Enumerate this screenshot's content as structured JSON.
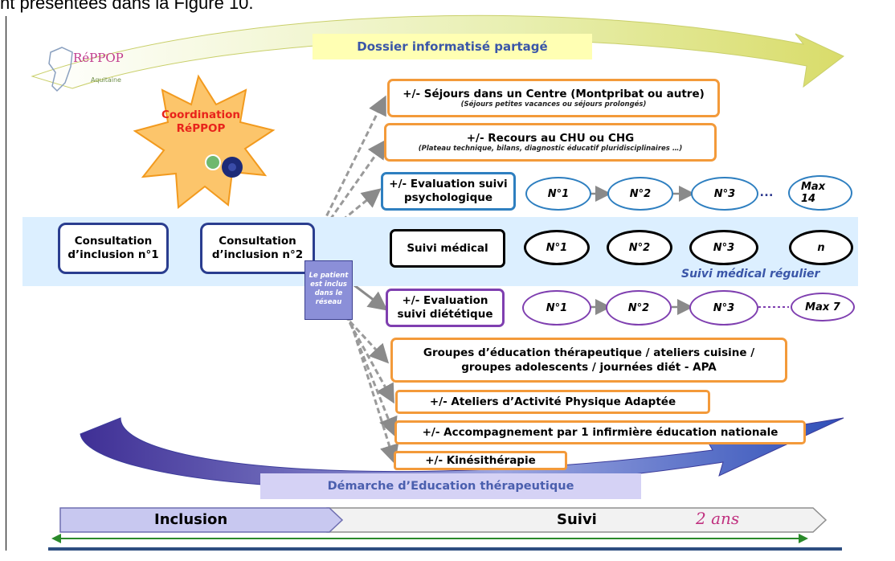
{
  "caption_fragment": "nt présentées dans la Figure 10.",
  "banner": "Dossier informatisé partagé",
  "logo": {
    "text_top": "RéPPOP",
    "text_sub": "Aquitaine"
  },
  "coordination": {
    "line1": "Coordination",
    "line2": "RéPPOP"
  },
  "consult1": {
    "line1": "Consultation",
    "line2": "d’inclusion n°1"
  },
  "consult2": {
    "line1": "Consultation",
    "line2": "d’inclusion n°2"
  },
  "note": "Le patient est inclus dans le réseau",
  "sejours": {
    "title": "+/- Séjours dans un Centre (Montpribat ou autre)",
    "sub": "(Séjours petites vacances ou séjours prolongés)"
  },
  "recours": {
    "title": "+/- Recours au CHU ou CHG",
    "sub": "(Plateau technique, bilans, diagnostic éducatif pluridisciplinaires …)"
  },
  "psy": {
    "line1": "+/- Evaluation suivi",
    "line2": "psychologique",
    "steps": [
      "N°1",
      "N°2",
      "N°3"
    ],
    "ellipsis": "…",
    "last": "Max 14",
    "color": "#2e7fc0"
  },
  "medical": {
    "label": "Suivi médical",
    "steps": [
      "N°1",
      "N°2",
      "N°3"
    ],
    "ellipsis": "…",
    "last": "n",
    "band_label": "Suivi médical régulier",
    "color": "#000000"
  },
  "diet": {
    "line1": "+/- Evaluation",
    "line2": "suivi diététique",
    "steps": [
      "N°1",
      "N°2",
      "N°3"
    ],
    "ellipsis": "…",
    "last": "Max 7",
    "color": "#7f3fb0"
  },
  "groupes": {
    "line1": "Groupes d’éducation thérapeutique / ateliers cuisine /",
    "line2": "groupes adolescents / journées diét - APA"
  },
  "apa": "+/- Ateliers d’Activité Physique Adaptée",
  "infirmiere": "+/- Accompagnement par 1 infirmière éducation nationale",
  "kine": "+/- Kinésithérapie",
  "education_banner": "Démarche d’Education thérapeutique",
  "timeline": {
    "inclusion": "Inclusion",
    "suivi": "Suivi",
    "duration": "2 ans"
  },
  "colors": {
    "orange": "#f39a3a",
    "blue": "#2e7fc0",
    "purple": "#7f3fb0",
    "navy": "#2a3d8f",
    "band": "#dcefff",
    "title_blue": "#3a56a8"
  }
}
